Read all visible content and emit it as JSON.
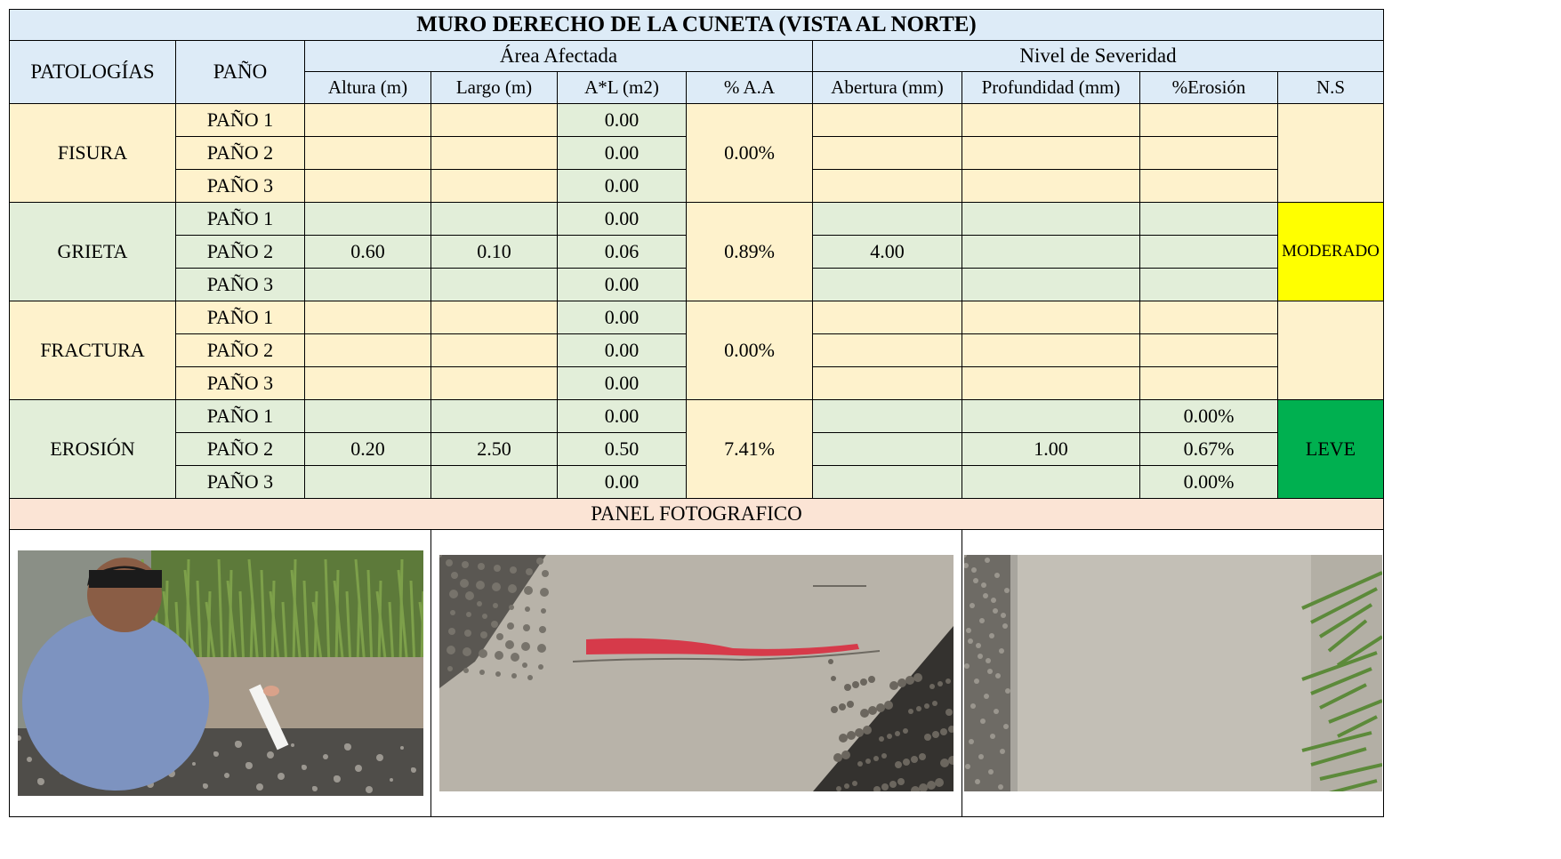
{
  "title": "MURO DERECHO DE LA CUNETA (VISTA AL NORTE)",
  "headers": {
    "patologias": "PATOLOGÍAS",
    "pano": "PAÑO",
    "area_afectada": "Área Afectada",
    "nivel_severidad": "Nivel de Severidad",
    "altura": "Altura (m)",
    "largo": "Largo (m)",
    "axl": "A*L (m2)",
    "pct_aa": "% A.A",
    "abertura": "Abertura (mm)",
    "profundidad": "Profundidad (mm)",
    "pct_erosion": "%Erosión",
    "ns": "N.S"
  },
  "groups": [
    {
      "name": "FISURA",
      "pct_aa": "0.00%",
      "ns": "",
      "rows": [
        {
          "pano": "PAÑO 1",
          "altura": "",
          "largo": "",
          "axl": "0.00",
          "abertura": "",
          "profundidad": "",
          "pct_erosion": ""
        },
        {
          "pano": "PAÑO 2",
          "altura": "",
          "largo": "",
          "axl": "0.00",
          "abertura": "",
          "profundidad": "",
          "pct_erosion": ""
        },
        {
          "pano": "PAÑO 3",
          "altura": "",
          "largo": "",
          "axl": "0.00",
          "abertura": "",
          "profundidad": "",
          "pct_erosion": ""
        }
      ]
    },
    {
      "name": "GRIETA",
      "pct_aa": "0.89%",
      "ns": "MODERADO",
      "rows": [
        {
          "pano": "PAÑO 1",
          "altura": "",
          "largo": "",
          "axl": "0.00",
          "abertura": "",
          "profundidad": "",
          "pct_erosion": ""
        },
        {
          "pano": "PAÑO 2",
          "altura": "0.60",
          "largo": "0.10",
          "axl": "0.06",
          "abertura": "4.00",
          "profundidad": "",
          "pct_erosion": ""
        },
        {
          "pano": "PAÑO 3",
          "altura": "",
          "largo": "",
          "axl": "0.00",
          "abertura": "",
          "profundidad": "",
          "pct_erosion": ""
        }
      ]
    },
    {
      "name": "FRACTURA",
      "pct_aa": "0.00%",
      "ns": "",
      "rows": [
        {
          "pano": "PAÑO 1",
          "altura": "",
          "largo": "",
          "axl": "0.00",
          "abertura": "",
          "profundidad": "",
          "pct_erosion": ""
        },
        {
          "pano": "PAÑO 2",
          "altura": "",
          "largo": "",
          "axl": "0.00",
          "abertura": "",
          "profundidad": "",
          "pct_erosion": ""
        },
        {
          "pano": "PAÑO 3",
          "altura": "",
          "largo": "",
          "axl": "0.00",
          "abertura": "",
          "profundidad": "",
          "pct_erosion": ""
        }
      ]
    },
    {
      "name": "EROSIÓN",
      "pct_aa": "7.41%",
      "ns": "LEVE",
      "rows": [
        {
          "pano": "PAÑO 1",
          "altura": "",
          "largo": "",
          "axl": "0.00",
          "abertura": "",
          "profundidad": "",
          "pct_erosion": "0.00%"
        },
        {
          "pano": "PAÑO 2",
          "altura": "0.20",
          "largo": "2.50",
          "axl": "0.50",
          "abertura": "",
          "profundidad": "1.00",
          "pct_erosion": "0.67%"
        },
        {
          "pano": "PAÑO 3",
          "altura": "",
          "largo": "",
          "axl": "0.00",
          "abertura": "",
          "profundidad": "",
          "pct_erosion": "0.00%"
        }
      ]
    }
  ],
  "panel_title": "PANEL FOTOGRAFICO",
  "photos": [
    "photo-inspector-measuring-crack",
    "photo-crack-marked-red",
    "photo-concrete-surface-erosion"
  ],
  "colors": {
    "title_bg": "#ddebf7",
    "cream": "#fef2cc",
    "mint": "#e2eed9",
    "panel_bg": "#fbe4d5",
    "moderado": "#ffff00",
    "leve": "#00b050"
  }
}
